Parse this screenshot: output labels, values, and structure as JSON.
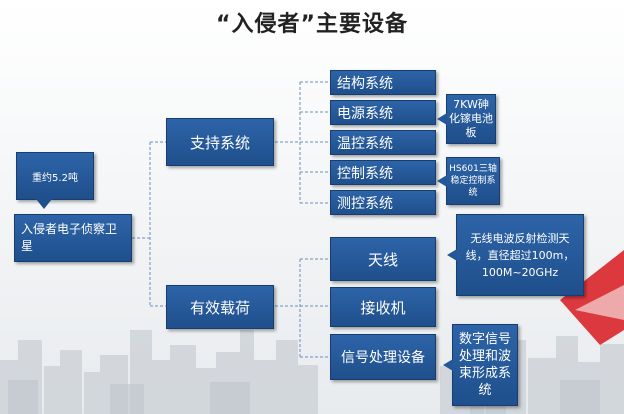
{
  "title": "“入侵者”主要设备",
  "satellite": "入侵者电子侦察卫星",
  "weight_note": "重约5.2吨",
  "branches": {
    "support": "支持系统",
    "payload": "有效载荷"
  },
  "support_items": [
    "结构系统",
    "电源系统",
    "温控系统",
    "控制系统",
    "测控系统"
  ],
  "payload_items": [
    "天线",
    "接收机",
    "信号处理设备"
  ],
  "notes": {
    "power": "7KW砷化镓电池板",
    "control": "HS601三轴稳定控制系统",
    "antenna": "无线电波反射检测天线，直径超过100m，100M~20GHz",
    "signal": "数字信号处理和波束形成系统"
  }
}
